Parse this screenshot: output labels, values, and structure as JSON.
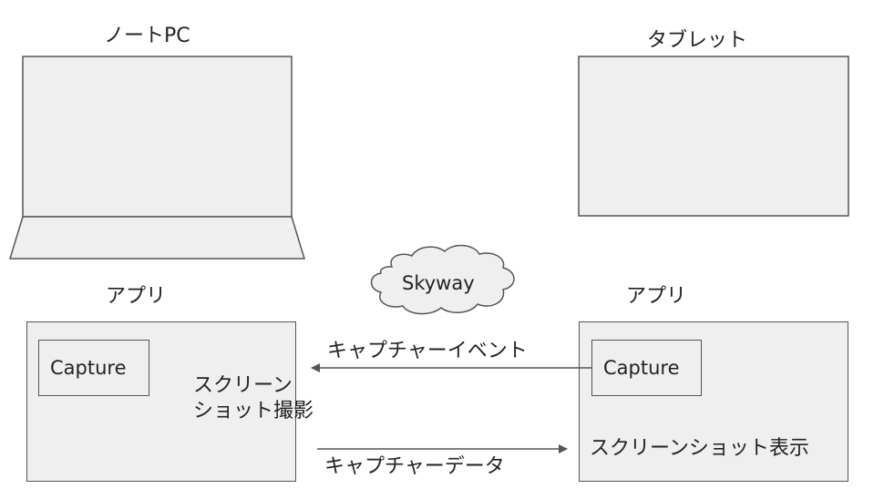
{
  "devices": {
    "laptop_label": "ノートPC",
    "tablet_label": "タブレット"
  },
  "left_app": {
    "title": "アプリ",
    "capture_label": "Capture",
    "action_line1": "スクリーン",
    "action_line2": "ショット撮影"
  },
  "right_app": {
    "title": "アプリ",
    "capture_label": "Capture",
    "action": "スクリーンショット表示"
  },
  "cloud": {
    "label": "Skyway"
  },
  "arrows": {
    "event_label": "キャプチャーイベント",
    "data_label": "キャプチャーデータ"
  },
  "colors": {
    "fill": "#efefef",
    "stroke": "#555555",
    "text": "#222222"
  }
}
